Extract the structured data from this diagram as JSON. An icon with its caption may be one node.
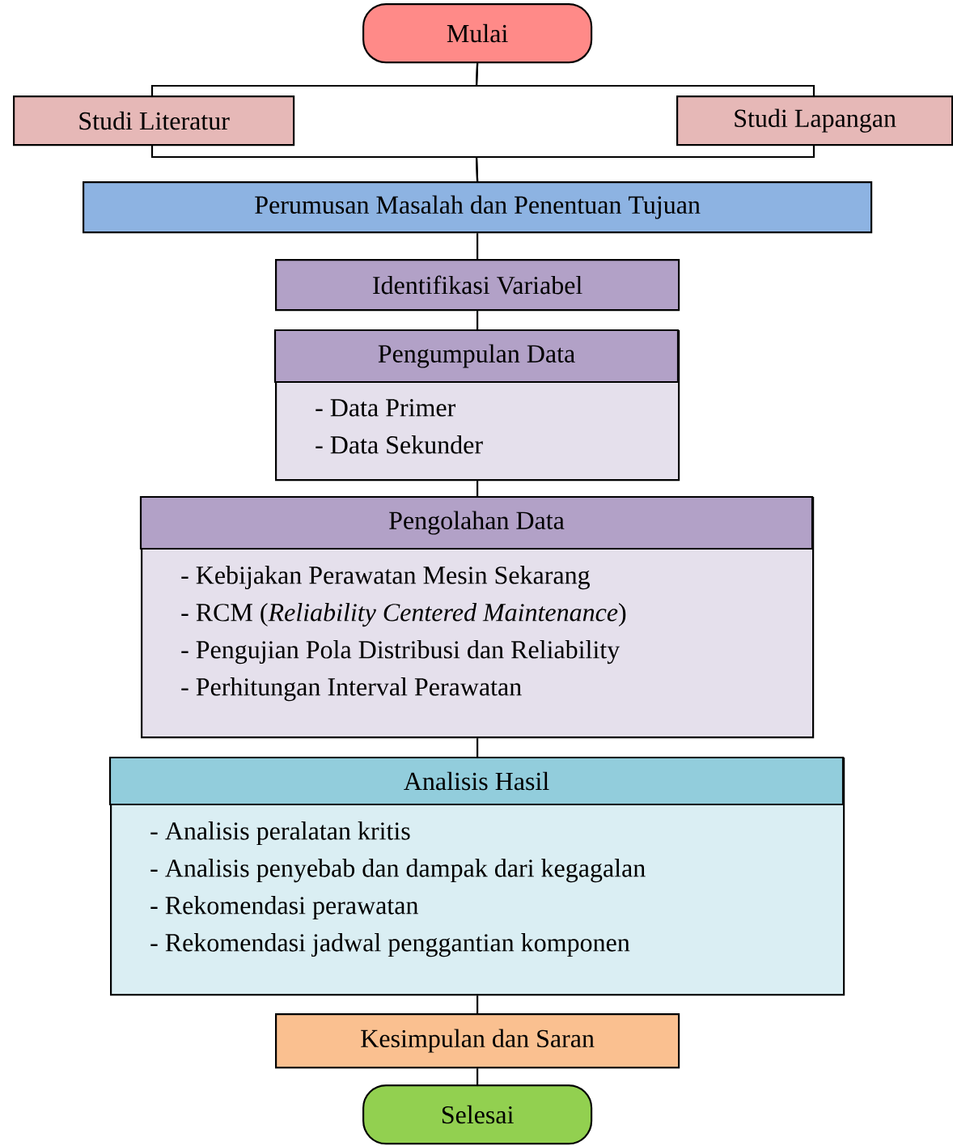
{
  "diagram": {
    "nodes": [
      {
        "text": [
          "Mulai"
        ]
      },
      {
        "text": [
          "Studi Literatur"
        ]
      },
      {
        "text": [
          "Studi Lapangan"
        ]
      },
      {
        "text": [
          "Perumusan Masalah dan Penentuan Tujuan"
        ]
      },
      {
        "text": [
          "Identifikasi Variabel"
        ]
      },
      {
        "text": [
          "Pengumpulan Data",
          "- Data Primer",
          "- Data Sekunder"
        ]
      },
      {
        "text": [
          "Pengolahan Data",
          "- Kebijakan Perawatan Mesin Sekarang",
          "- RCM (*Reliability Centered Maintenance*)",
          "- Pengujian Pola Distribusi dan Reliability",
          "- Perhitungan Interval Perawatan"
        ]
      },
      {
        "text": [
          "Analisis Hasil",
          "- Analisis peralatan kritis",
          "- Analisis penyebab dan dampak dari kegagalan",
          "- Rekomendasi perawatan",
          "- Rekomendasi jadwal penggantian komponen"
        ]
      },
      {
        "text": [
          "Kesimpulan dan Saran"
        ]
      },
      {
        "text": [
          "Selesai"
        ]
      }
    ],
    "edges": [
      {
        "from": 0,
        "to": 1,
        "arrow": "none"
      },
      {
        "from": 0,
        "to": 2,
        "arrow": "none"
      },
      {
        "from": 1,
        "to": 3,
        "arrow": "none"
      },
      {
        "from": 2,
        "to": 3,
        "arrow": "none"
      },
      {
        "from": 3,
        "to": 4,
        "arrow": "none"
      },
      {
        "from": 4,
        "to": 5,
        "arrow": "none"
      },
      {
        "from": 5,
        "to": 6,
        "arrow": "none"
      },
      {
        "from": 6,
        "to": 7,
        "arrow": "none"
      },
      {
        "from": 7,
        "to": 8,
        "arrow": "none"
      },
      {
        "from": 8,
        "to": 9,
        "arrow": "none"
      }
    ]
  }
}
